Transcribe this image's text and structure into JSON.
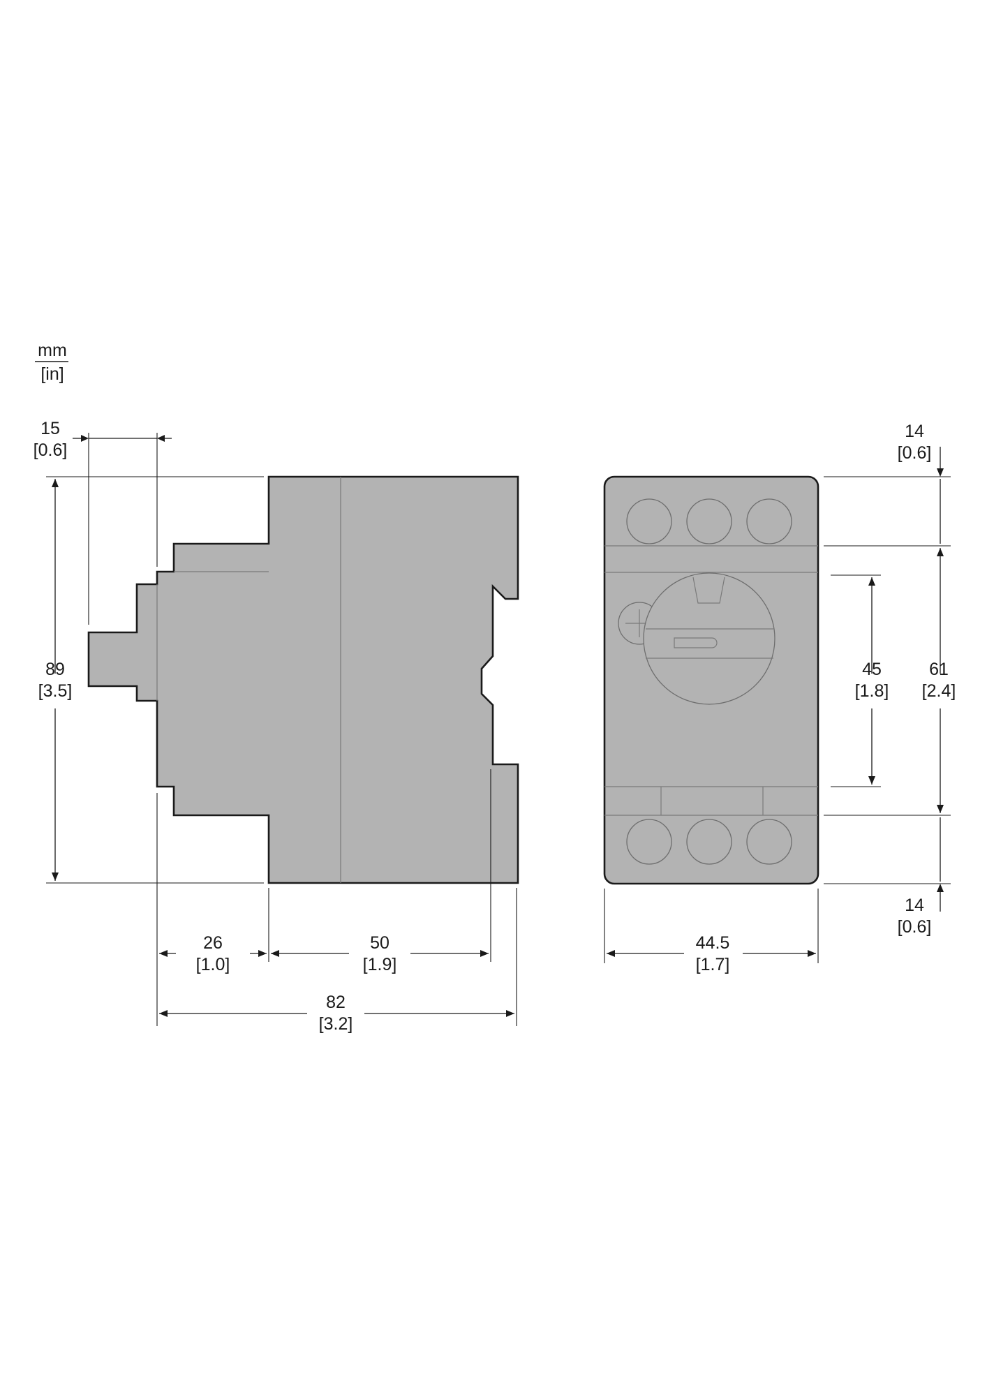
{
  "units": {
    "primary": "mm",
    "secondary": "[in]"
  },
  "side_view": {
    "dims": {
      "shaft_width": {
        "mm": "15",
        "in": "[0.6]"
      },
      "height": {
        "mm": "89",
        "in": "[3.5]"
      },
      "front_depth": {
        "mm": "26",
        "in": "[1.0]"
      },
      "body_depth": {
        "mm": "50",
        "in": "[1.9]"
      },
      "total_depth": {
        "mm": "82",
        "in": "[3.2]"
      }
    }
  },
  "front_view": {
    "dims": {
      "top_terminal": {
        "mm": "14",
        "in": "[0.6]"
      },
      "knob_height": {
        "mm": "45",
        "in": "[1.8]"
      },
      "center_height": {
        "mm": "61",
        "in": "[2.4]"
      },
      "bottom_terminal": {
        "mm": "14",
        "in": "[0.6]"
      },
      "width": {
        "mm": "44.5",
        "in": "[1.7]"
      }
    }
  }
}
